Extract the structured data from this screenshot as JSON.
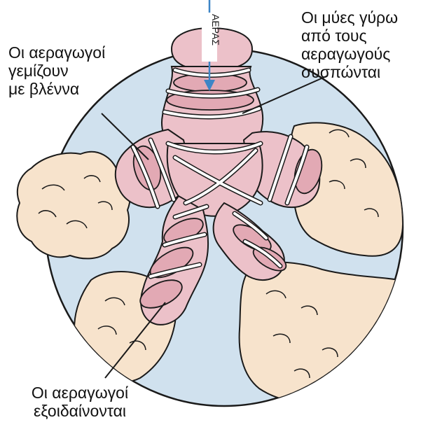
{
  "labels": {
    "air": "ΑΕΡΑΣ",
    "muscles": "Οι μύες γύρω\nαπό τους\nαεραγωγούς\nσυσπώνται",
    "mucus": "Οι αεραγωγοί\nγεμίζουν\nμε βλέννα",
    "swollen": "Οι αεραγωγοί\nεξοιδαίνονται"
  },
  "colors": {
    "background_circle": "#d0e1ee",
    "airway": "#ecc1c9",
    "airway_dark": "#e2a9b4",
    "alveoli": "#f7e3cc",
    "outline": "#1a1a1a",
    "muscle_band": "#ffffff",
    "arrow": "#3d85c6"
  }
}
